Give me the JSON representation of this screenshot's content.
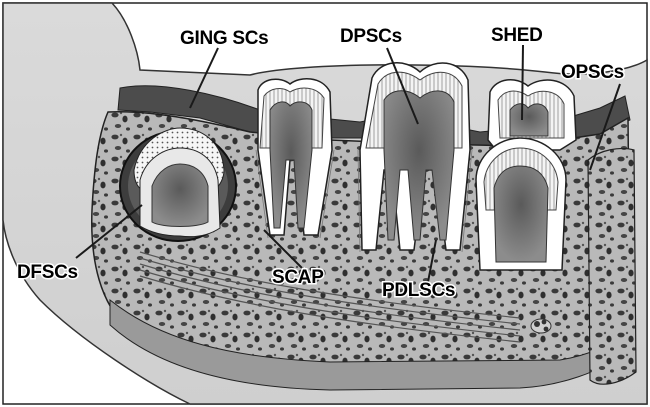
{
  "figure": {
    "labels": {
      "ging": "GING SCs",
      "dpsc": "DPSCs",
      "shed": "SHED",
      "opsc": "OPSCs",
      "dfsc": "DFSCs",
      "scap": "SCAP",
      "pdlsc": "PDLSCs"
    }
  }
}
